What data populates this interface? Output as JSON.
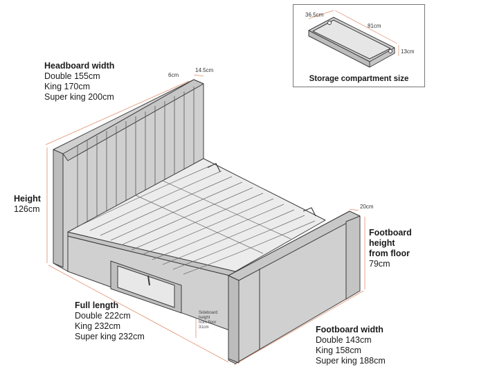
{
  "headboard": {
    "title": "Headboard width",
    "lines": [
      "Double 155cm",
      "King 170cm",
      "Super king 200cm"
    ],
    "depth_dim": "6cm",
    "thickness_dim": "14.5cm"
  },
  "height": {
    "title": "Height",
    "lines": [
      "126cm"
    ]
  },
  "full_length": {
    "title": "Full length",
    "lines": [
      "Double 222cm",
      "King 232cm",
      "Super king 232cm"
    ]
  },
  "footboard_height": {
    "title_lines": [
      "Footboard",
      "height",
      "from floor"
    ],
    "lines": [
      "79cm"
    ],
    "depth_dim": "20cm"
  },
  "footboard_width": {
    "title": "Footboard width",
    "lines": [
      "Double 143cm",
      "King 158cm",
      "Super king 188cm"
    ]
  },
  "sideboard": {
    "lines": [
      "Sideboard",
      "height",
      "from floor",
      "31cm"
    ]
  },
  "storage": {
    "title": "Storage compartment size",
    "depth": "36.5cm",
    "length": "81cm",
    "height": "13cm"
  },
  "colors": {
    "dimension_line": "#e0906c",
    "outline": "#3a3a3a",
    "upholstery": "#d0d0d0",
    "slat": "#ececec"
  }
}
